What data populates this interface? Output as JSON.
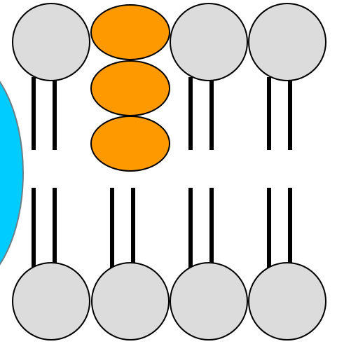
{
  "diagram": {
    "title": "",
    "colors": {
      "background": "#ffffff",
      "head_fill": "#dcdcdc",
      "head_stroke": "#000000",
      "tail_stroke": "#000000",
      "cyan_fill": "#00ccff",
      "cyan_stroke": "#6a7f89",
      "orange_fill": "#ff9900",
      "orange_stroke": "#000000"
    },
    "top_leaflet_heads": [
      "lipid-head-1",
      "lipid-head-3",
      "lipid-head-4"
    ],
    "bottom_leaflet_heads": [
      "lipid-head-1",
      "lipid-head-2",
      "lipid-head-3",
      "lipid-head-4"
    ],
    "orange_stack_count": 3
  }
}
